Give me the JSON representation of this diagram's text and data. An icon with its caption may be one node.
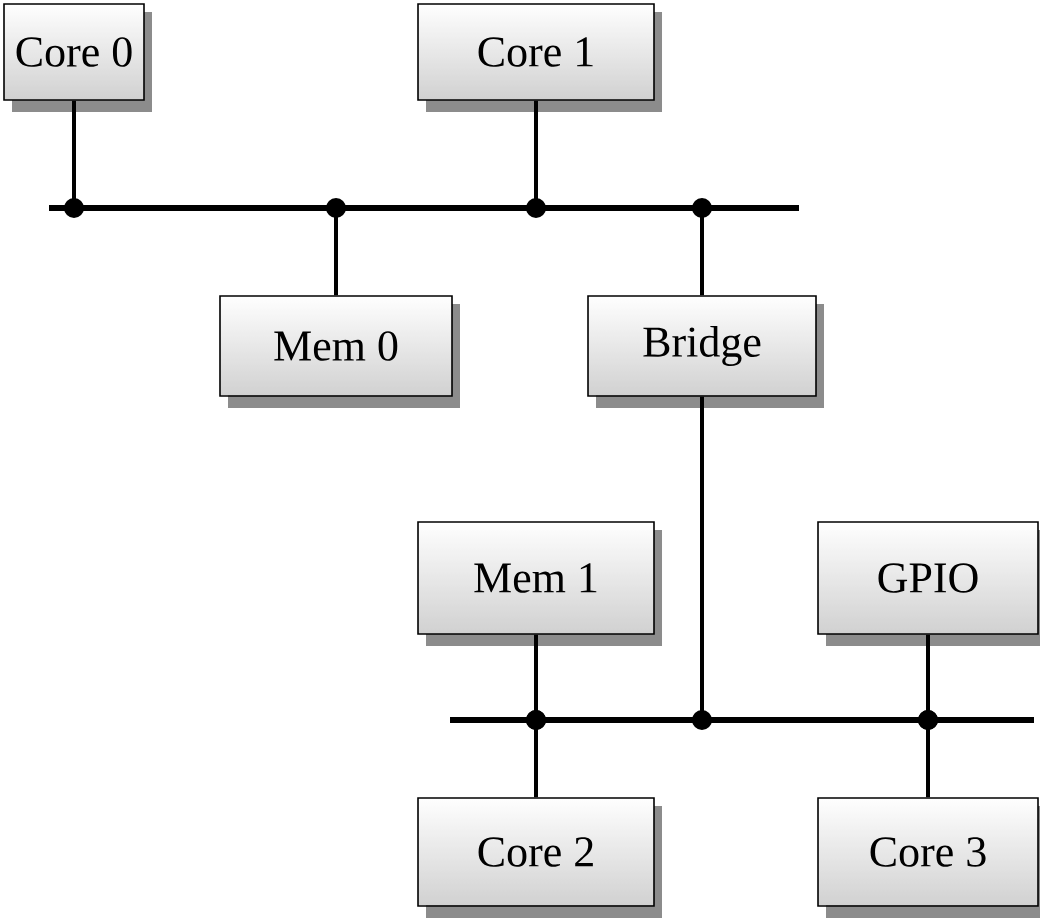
{
  "diagram": {
    "nodes": [
      {
        "text": [
          "Core 0"
        ]
      },
      {
        "text": [
          "Core 1"
        ]
      },
      {
        "text": [],
        "shape": "bar"
      },
      {
        "text": [
          "Mem 0"
        ]
      },
      {
        "text": [
          "Bridge"
        ]
      },
      {
        "text": [
          "Mem 1"
        ]
      },
      {
        "text": [
          "GPIO"
        ]
      },
      {
        "text": [],
        "shape": "bar"
      },
      {
        "text": [
          "Core 2"
        ]
      },
      {
        "text": [
          "Core 3"
        ]
      }
    ],
    "edges": [
      {
        "from": 0,
        "to": 2,
        "arrow": "other"
      },
      {
        "from": 3,
        "to": 2,
        "arrow": "other"
      },
      {
        "from": 1,
        "to": 2,
        "arrow": "other"
      },
      {
        "from": 4,
        "to": 2,
        "arrow": "other"
      },
      {
        "from": 4,
        "to": 7,
        "arrow": "other"
      },
      {
        "from": 5,
        "to": 7,
        "arrow": "other"
      },
      {
        "from": 8,
        "to": 7,
        "arrow": "other"
      },
      {
        "from": 6,
        "to": 7,
        "arrow": "other"
      },
      {
        "from": 9,
        "to": 7,
        "arrow": "other"
      }
    ]
  }
}
